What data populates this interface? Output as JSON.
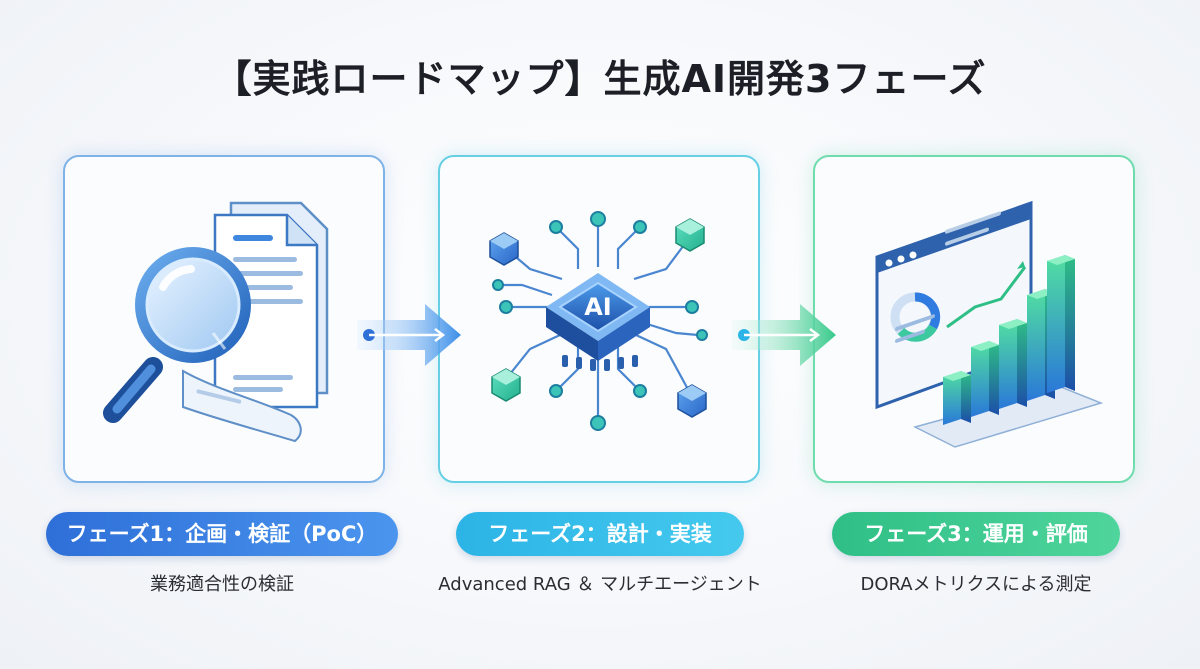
{
  "title": "【実践ロードマップ】生成AI開発3フェーズ",
  "phases": [
    {
      "label": "フェーズ1：企画・検証（PoC）",
      "caption": "業務適合性の検証",
      "icon": "document-magnifier-icon",
      "color": "#2e6fd8"
    },
    {
      "label": "フェーズ2：設計・実装",
      "caption": "Advanced RAG ＆ マルチエージェント",
      "icon": "ai-chip-network-icon",
      "chip_text": "AI",
      "color": "#2cb4e6"
    },
    {
      "label": "フェーズ3：運用・評価",
      "caption": "DORAメトリクスによる測定",
      "icon": "dashboard-chart-icon",
      "color": "#2fbf86"
    }
  ]
}
